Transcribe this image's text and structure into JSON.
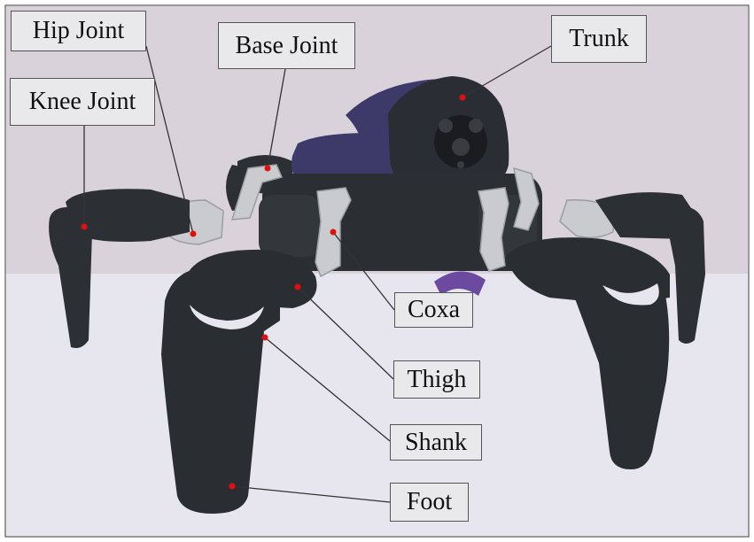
{
  "figure": {
    "labels": {
      "hip_joint": "Hip Joint",
      "knee_joint": "Knee Joint",
      "base_joint": "Base Joint",
      "trunk": "Trunk",
      "coxa": "Coxa",
      "thigh": "Thigh",
      "shank": "Shank",
      "foot": "Foot"
    },
    "colors": {
      "wall": "#d9d2da",
      "floor": "#e7e6ee",
      "robot_body": "#2c3034",
      "trunk_shell": "#3d3a6a",
      "bracket": "#c9cbcf",
      "marker": "#e01010"
    }
  }
}
